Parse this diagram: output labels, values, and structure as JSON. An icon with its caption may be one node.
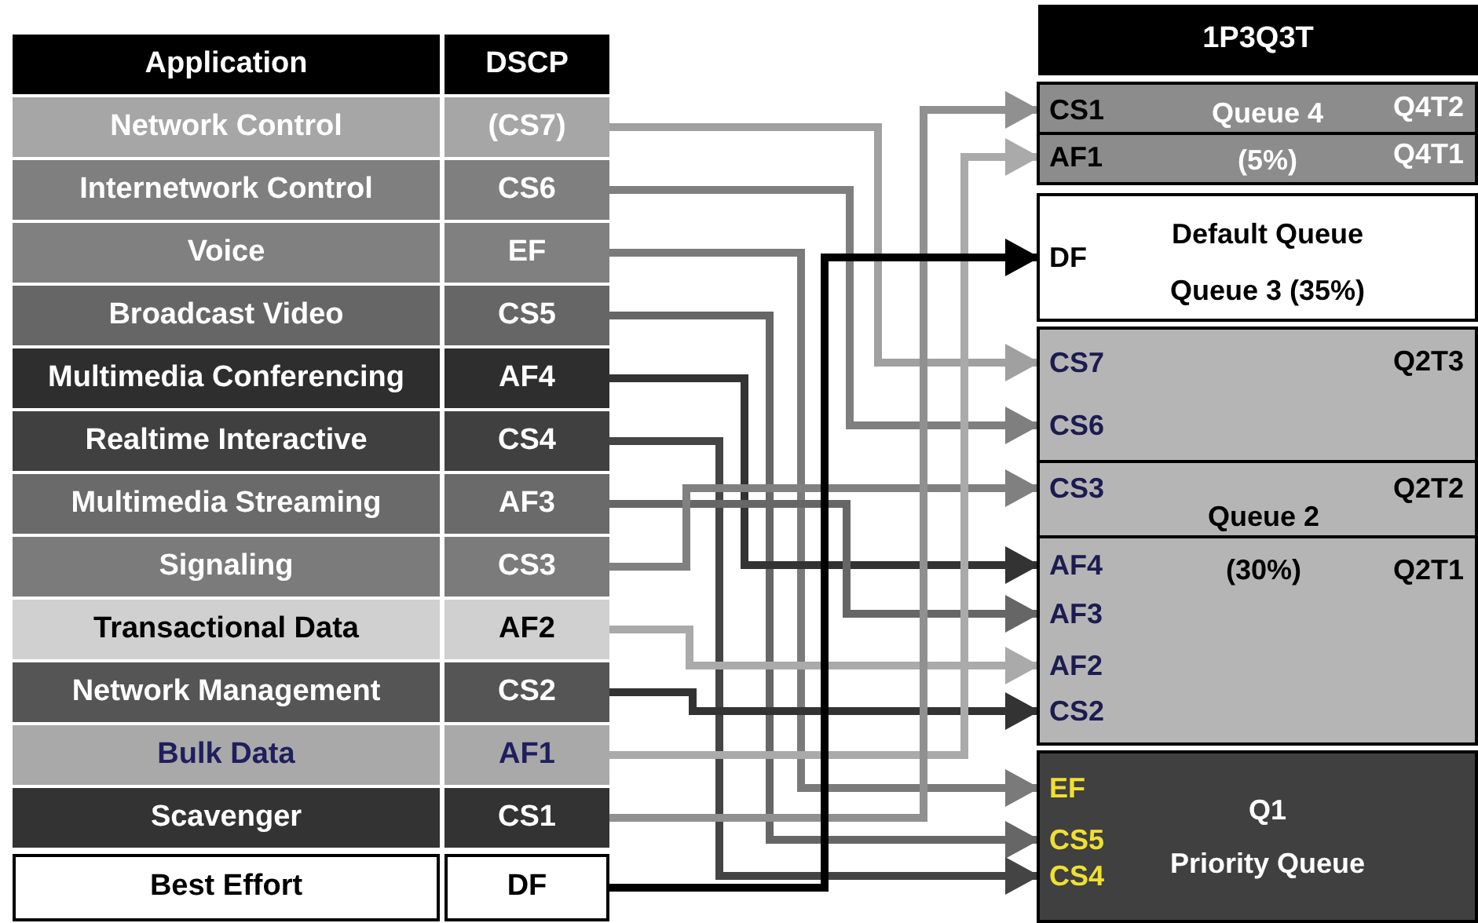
{
  "diagram": {
    "nodes": [
      {
        "text": [
          "Application"
        ]
      },
      {
        "text": [
          "DSCP"
        ]
      },
      {
        "text": [
          "Network Control"
        ]
      },
      {
        "text": [
          "(CS7)"
        ]
      },
      {
        "text": [
          "Internetwork Control"
        ]
      },
      {
        "text": [
          "CS6"
        ]
      },
      {
        "text": [
          "Voice"
        ]
      },
      {
        "text": [
          "EF"
        ]
      },
      {
        "text": [
          "Broadcast Video"
        ]
      },
      {
        "text": [
          "CS5"
        ]
      },
      {
        "text": [
          "Multimedia Conferencing"
        ]
      },
      {
        "text": [
          "AF4"
        ]
      },
      {
        "text": [
          "Realtime Interactive"
        ]
      },
      {
        "text": [
          "CS4"
        ]
      },
      {
        "text": [
          "Multimedia Streaming"
        ]
      },
      {
        "text": [
          "AF3"
        ]
      },
      {
        "text": [
          "Signaling"
        ]
      },
      {
        "text": [
          "CS3"
        ]
      },
      {
        "text": [
          "Transactional Data"
        ]
      },
      {
        "text": [
          "AF2"
        ]
      },
      {
        "text": [
          "Network Management"
        ]
      },
      {
        "text": [
          "CS2"
        ]
      },
      {
        "text": [
          "Bulk Data"
        ]
      },
      {
        "text": [
          "AF1"
        ]
      },
      {
        "text": [
          "Scavenger"
        ]
      },
      {
        "text": [
          "CS1"
        ]
      },
      {
        "text": [
          "Best Effort"
        ]
      },
      {
        "text": [
          "DF"
        ]
      },
      {
        "text": [
          "1P3Q3T"
        ]
      },
      {
        "text": [
          "Queue 4",
          "Q4T2"
        ]
      },
      {
        "text": [
          "CS1"
        ],
        "in": 29
      },
      {
        "text": [
          "(5%)",
          "Q4T1"
        ]
      },
      {
        "text": [
          "AF1"
        ],
        "in": 31
      },
      {
        "text": [
          "Default Queue",
          "Queue 3 (35%)"
        ]
      },
      {
        "text": [
          "DF"
        ],
        "in": 33
      },
      {
        "text": [
          "Q2T3"
        ]
      },
      {
        "text": [
          "CS7"
        ],
        "in": 35
      },
      {
        "text": [
          "CS6"
        ],
        "in": 35
      },
      {
        "text": [
          "Queue 2",
          "Q2T2"
        ]
      },
      {
        "text": [
          "CS3"
        ],
        "in": 38
      },
      {
        "text": [
          "(30%)",
          "Q2T1"
        ]
      },
      {
        "text": [
          "AF4"
        ],
        "in": 40
      },
      {
        "text": [
          "AF3"
        ],
        "in": 40
      },
      {
        "text": [
          "AF2"
        ],
        "in": 40
      },
      {
        "text": [
          "CS2"
        ],
        "in": 40
      },
      {
        "text": [
          "Q1",
          "Priority Queue"
        ]
      },
      {
        "text": [
          "EF"
        ],
        "in": 45
      },
      {
        "text": [
          "CS5"
        ],
        "in": 45
      },
      {
        "text": [
          "CS4"
        ],
        "in": 45
      }
    ],
    "edges": [
      {
        "from": 3,
        "to": 36,
        "arrow": "to",
        "color": "#a0a0a0"
      },
      {
        "from": 5,
        "to": 37,
        "arrow": "to",
        "color": "#7f7f7f"
      },
      {
        "from": 7,
        "to": 46,
        "arrow": "to",
        "color": "#7a7a7a"
      },
      {
        "from": 9,
        "to": 47,
        "arrow": "to",
        "color": "#666666"
      },
      {
        "from": 11,
        "to": 41,
        "arrow": "to",
        "color": "#333333"
      },
      {
        "from": 13,
        "to": 48,
        "arrow": "to",
        "color": "#444444"
      },
      {
        "from": 15,
        "to": 42,
        "arrow": "to",
        "color": "#666666"
      },
      {
        "from": 17,
        "to": 39,
        "arrow": "to",
        "color": "#808080"
      },
      {
        "from": 19,
        "to": 43,
        "arrow": "to",
        "color": "#aaaaaa"
      },
      {
        "from": 21,
        "to": 44,
        "arrow": "to",
        "color": "#333333"
      },
      {
        "from": 23,
        "to": 32,
        "arrow": "to",
        "color": "#aaaaaa"
      },
      {
        "from": 25,
        "to": 30,
        "arrow": "to",
        "color": "#909090"
      },
      {
        "from": 27,
        "to": 34,
        "arrow": "to",
        "color": "#000000"
      }
    ]
  }
}
